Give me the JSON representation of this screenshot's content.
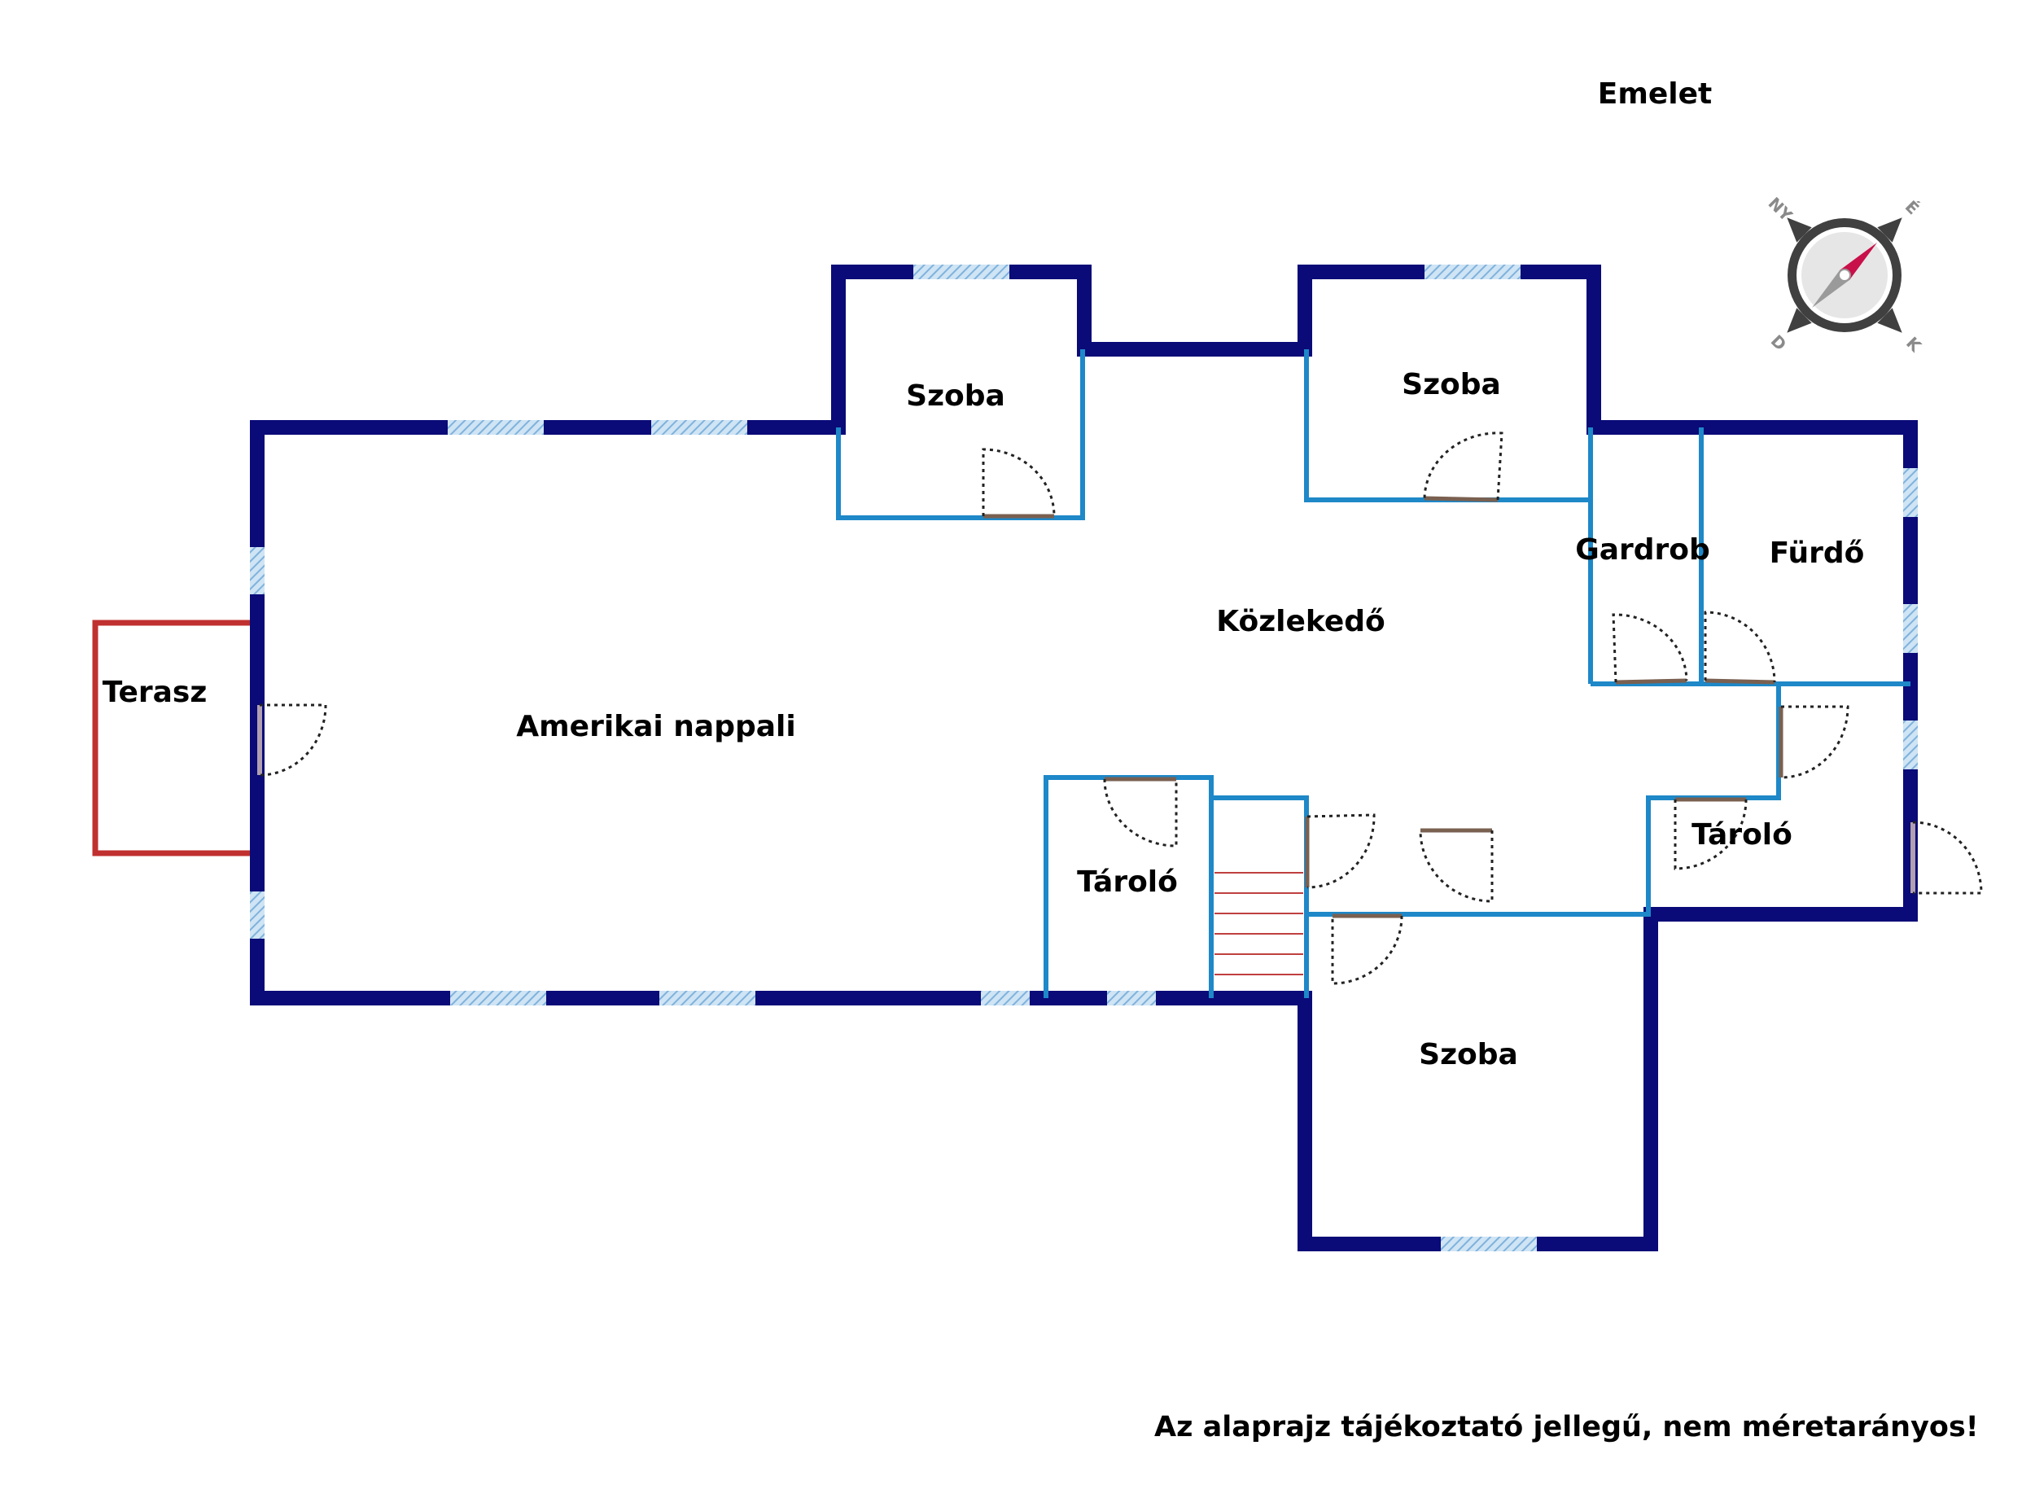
{
  "title": "Emelet",
  "note": "Az alaprajz tájékoztató jellegű, nem méretarányos!",
  "compass": {
    "north": "NY",
    "east": "É",
    "south": "D",
    "west": "K"
  },
  "rooms": {
    "terasz": "Terasz",
    "amerikai_nappali": "Amerikai nappali",
    "szoba_1": "Szoba",
    "szoba_2": "Szoba",
    "szoba_3": "Szoba",
    "kozlekedo": "Közlekedő",
    "gardrob": "Gardrob",
    "furdo": "Fürdő",
    "tarolo_1": "Tároló",
    "tarolo_2": "Tároló"
  },
  "colors": {
    "outer_wall": "#0a0a78",
    "inner_wall": "#1e88c8",
    "terrace_wall": "#c03030",
    "window": "#9cc8e8",
    "door_leaf": "#7a6050",
    "stairs": "#c04040",
    "compass_needle": "#c8104a"
  }
}
